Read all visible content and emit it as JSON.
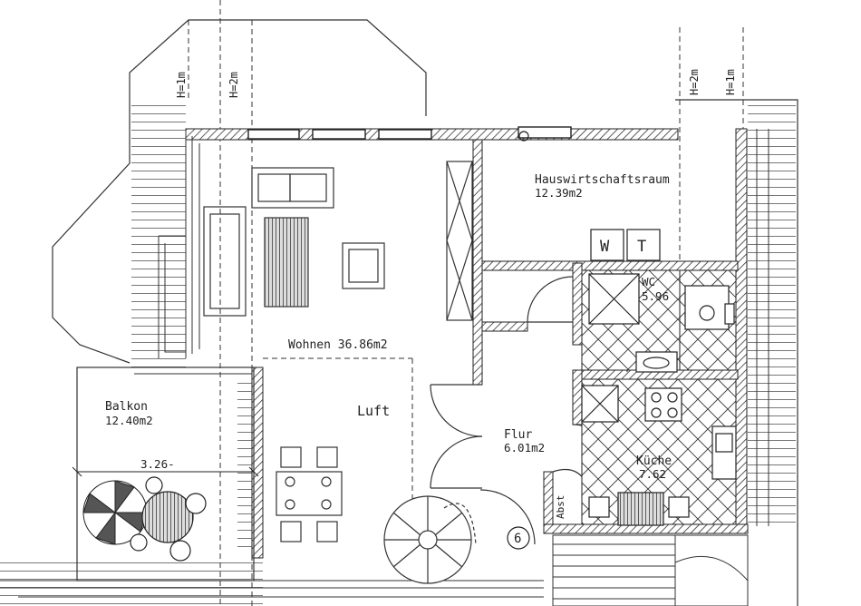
{
  "rooms": {
    "hauswirtschaft": {
      "name": "Hauswirtschaftsraum",
      "area": "12.39m2"
    },
    "wohnen": {
      "label": "Wohnen 36.86m2"
    },
    "luft": {
      "name": "Luft"
    },
    "balkon": {
      "name": "Balkon",
      "area": "12.40m2"
    },
    "flur": {
      "name": "Flur",
      "area": "6.01m2"
    },
    "kueche": {
      "name": "Küche",
      "area": "7.62"
    },
    "wc": {
      "name": "WC",
      "area": "5.96"
    },
    "abst": {
      "name": "Abst"
    }
  },
  "dimensions": {
    "balkon_width": "3.26"
  },
  "height_marks": {
    "h1_left": "H=1m",
    "h2_left": "H=2m",
    "h2_right": "H=2m",
    "h1_right": "H=1m"
  },
  "appliances": {
    "washer": "W",
    "dryer": "T"
  },
  "room_number": "6"
}
